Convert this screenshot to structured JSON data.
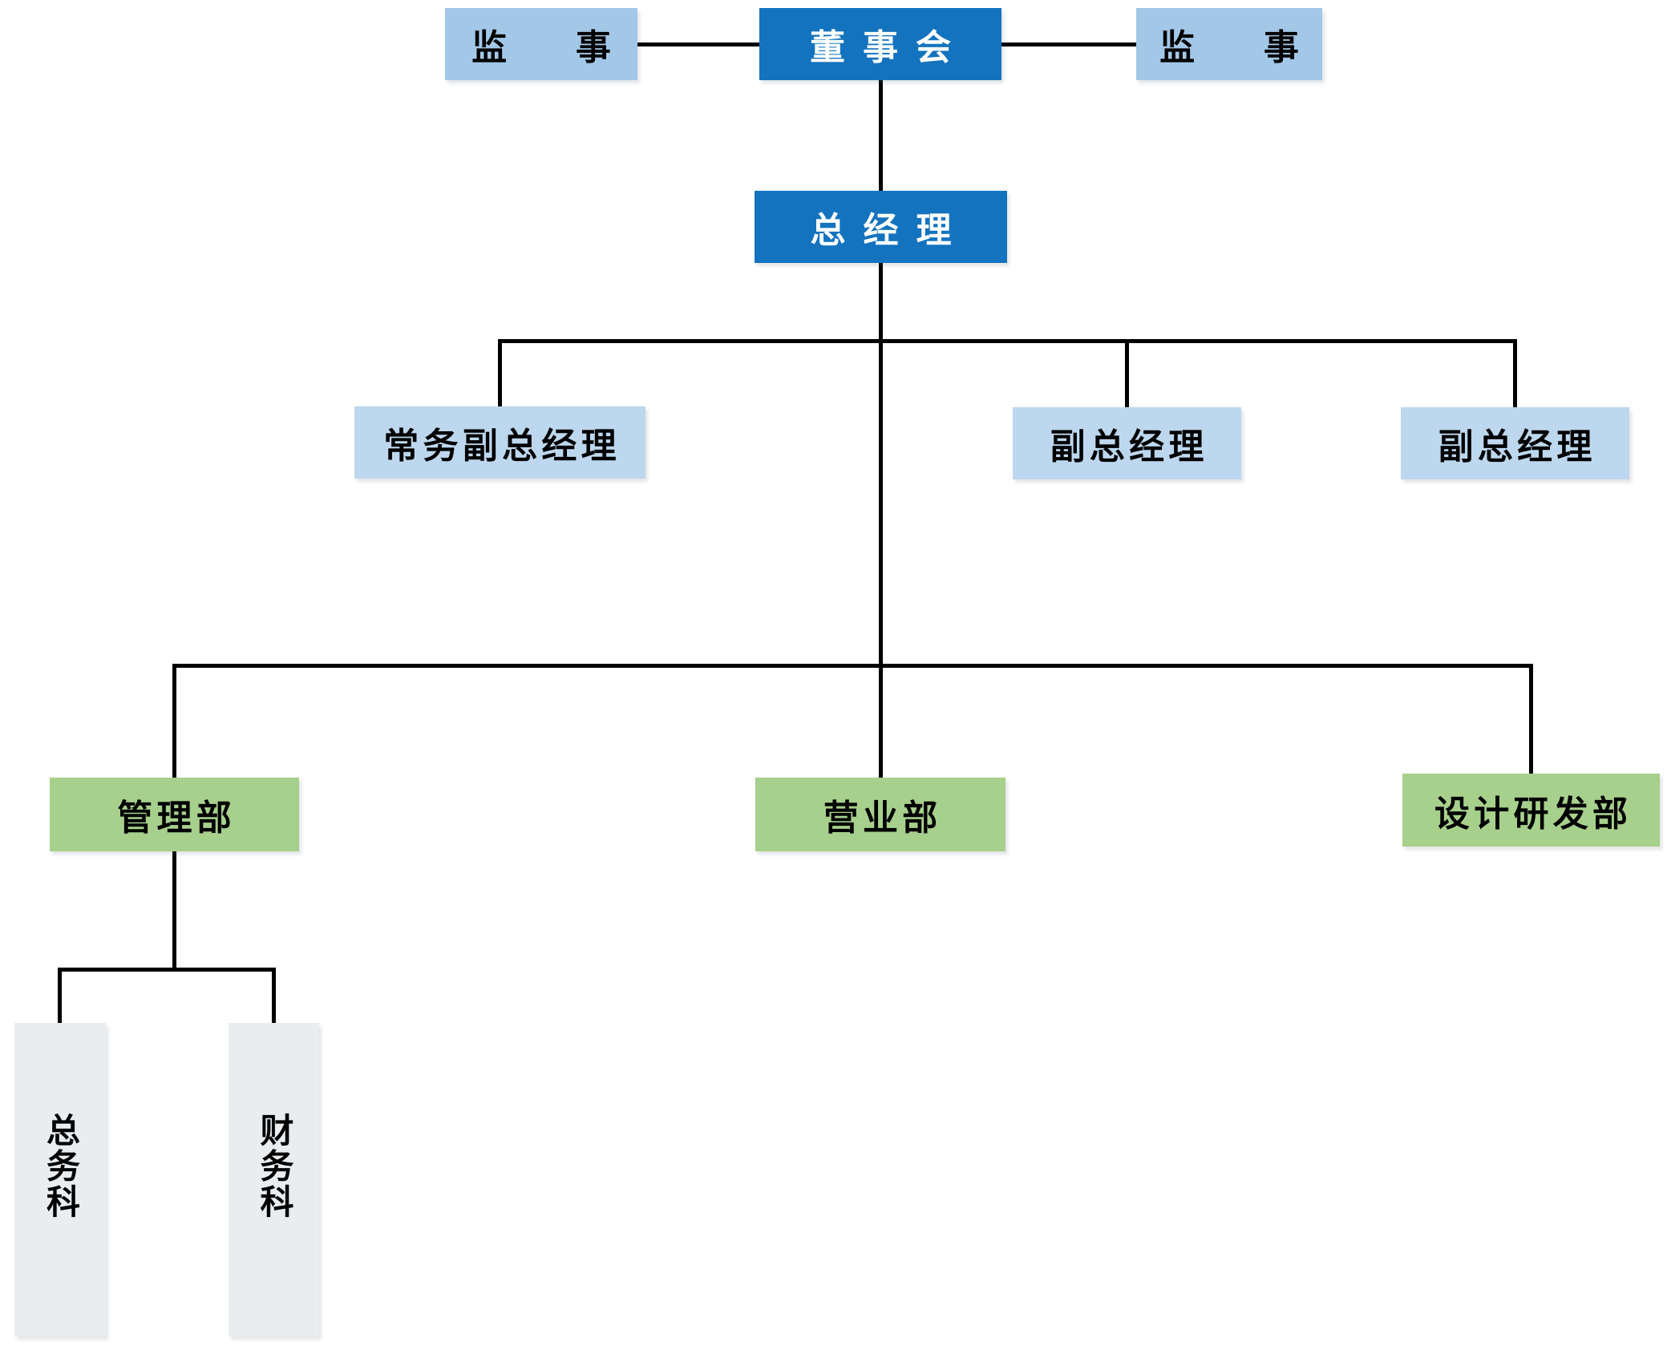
{
  "diagram": {
    "type": "org-chart",
    "language": "zh-CN",
    "colors": {
      "board_box": "#1373BE",
      "supervisor_box": "#A3C7E7",
      "vice_manager_box": "#BDD7EE",
      "department_box": "#A7D08C",
      "section_box": "#E9EDF0",
      "connector": "#000000",
      "board_text": "#FFFFFF",
      "default_text": "#000000",
      "background": "#FFFFFF"
    },
    "nodes": {
      "supervisor_left": {
        "label": "监 事"
      },
      "board": {
        "label": "董事会"
      },
      "supervisor_right": {
        "label": "监 事"
      },
      "general_manager": {
        "label": "总经理"
      },
      "executive_deputy_gm": {
        "label": "常务副总经理"
      },
      "deputy_gm_1": {
        "label": "副总经理"
      },
      "deputy_gm_2": {
        "label": "副总经理"
      },
      "management_dept": {
        "label": "管理部"
      },
      "sales_dept": {
        "label": "营业部"
      },
      "design_rd_dept": {
        "label": "设计研发部"
      },
      "general_affairs_section": {
        "label": "总务科"
      },
      "finance_section": {
        "label": "财务科"
      }
    },
    "edges": [
      {
        "from": "board",
        "to": "supervisor_left"
      },
      {
        "from": "board",
        "to": "supervisor_right"
      },
      {
        "from": "board",
        "to": "general_manager"
      },
      {
        "from": "general_manager",
        "to": "executive_deputy_gm"
      },
      {
        "from": "general_manager",
        "to": "deputy_gm_1"
      },
      {
        "from": "general_manager",
        "to": "deputy_gm_2"
      },
      {
        "from": "general_manager",
        "to": "management_dept"
      },
      {
        "from": "general_manager",
        "to": "sales_dept"
      },
      {
        "from": "general_manager",
        "to": "design_rd_dept"
      },
      {
        "from": "management_dept",
        "to": "general_affairs_section"
      },
      {
        "from": "management_dept",
        "to": "finance_section"
      }
    ]
  }
}
